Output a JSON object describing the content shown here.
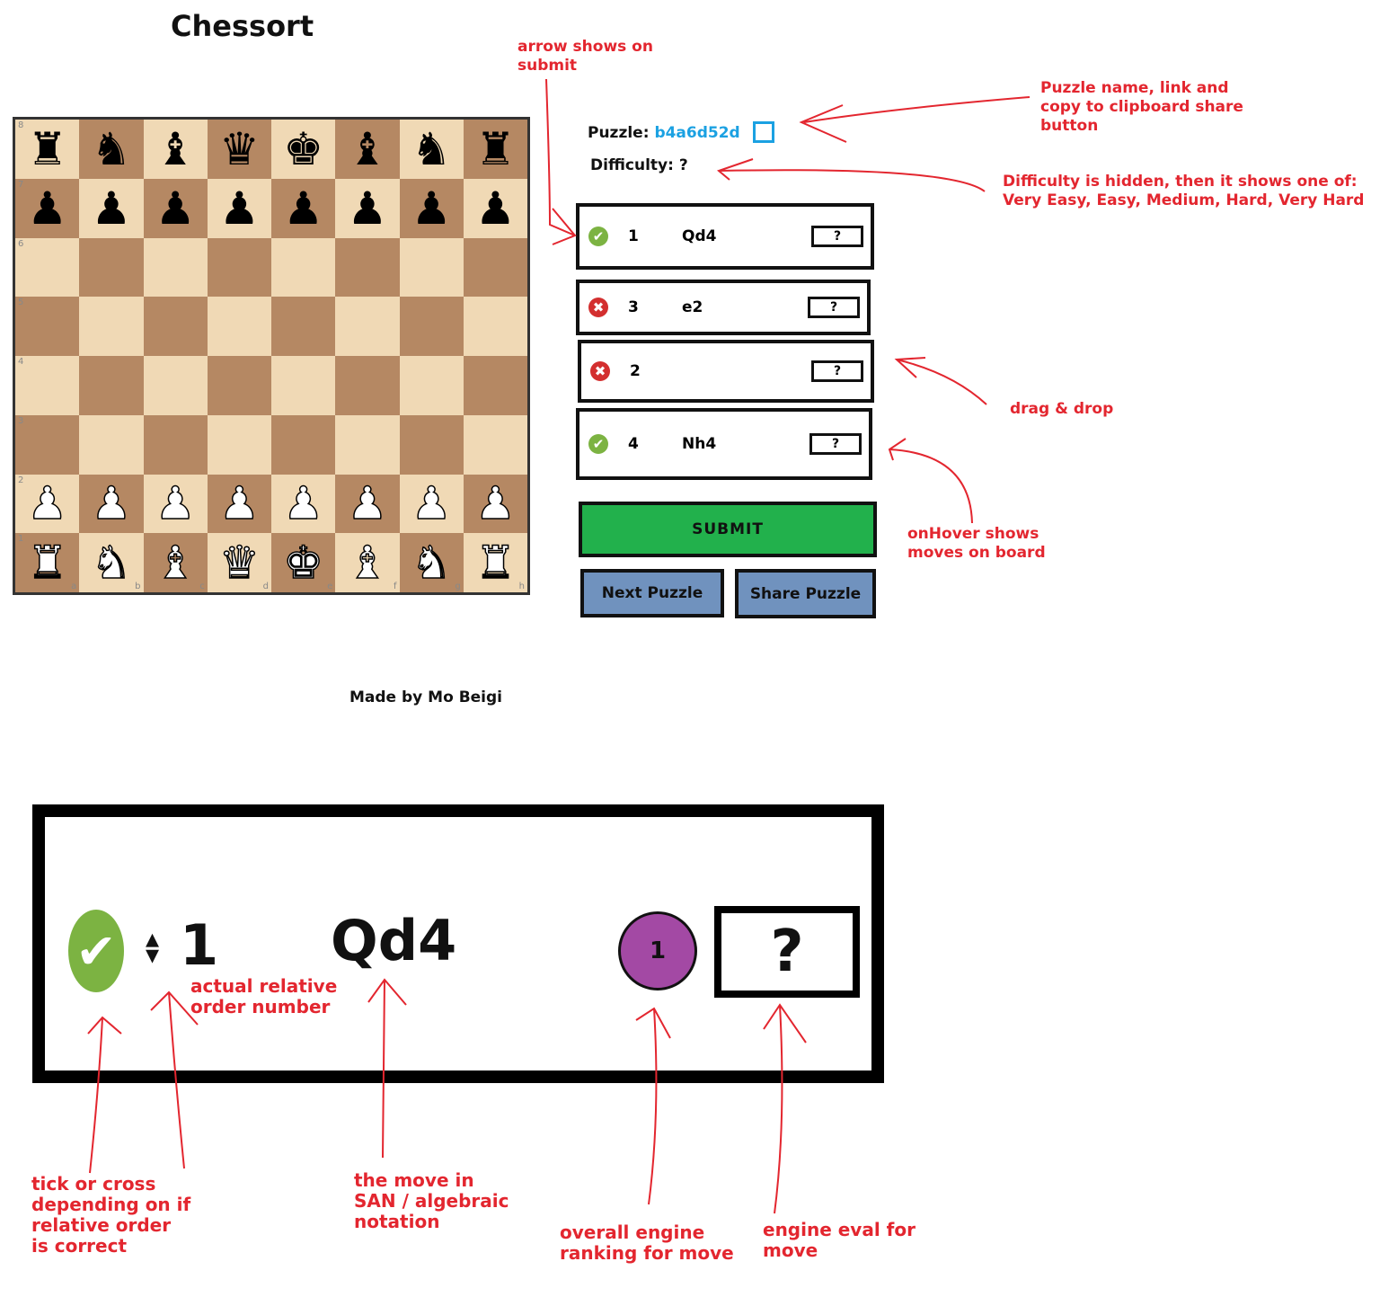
{
  "app": {
    "title": "Chessort",
    "footer": "Made by Mo Beigi"
  },
  "board": {
    "ranks": [
      "8",
      "7",
      "6",
      "5",
      "4",
      "3",
      "2",
      "1"
    ],
    "files": [
      "a",
      "b",
      "c",
      "d",
      "e",
      "f",
      "g",
      "h"
    ],
    "position": [
      [
        "♜",
        "♞",
        "♝",
        "♛",
        "♚",
        "♝",
        "♞",
        "♜"
      ],
      [
        "♟",
        "♟",
        "♟",
        "♟",
        "♟",
        "♟",
        "♟",
        "♟"
      ],
      [
        "",
        "",
        "",
        "",
        "",
        "",
        "",
        ""
      ],
      [
        "",
        "",
        "",
        "",
        "",
        "",
        "",
        ""
      ],
      [
        "",
        "",
        "",
        "",
        "",
        "",
        "",
        ""
      ],
      [
        "",
        "",
        "",
        "",
        "",
        "",
        "",
        ""
      ],
      [
        "♟",
        "♟",
        "♟",
        "♟",
        "♟",
        "♟",
        "♟",
        "♟"
      ],
      [
        "♜",
        "♞",
        "♝",
        "♛",
        "♚",
        "♝",
        "♞",
        "♜"
      ]
    ],
    "light_color": "#f0d9b5",
    "dark_color": "#b58863"
  },
  "puzzle": {
    "label": "Puzzle:",
    "id": "b4a6d52d",
    "copy_icon": "square-outline-icon",
    "difficulty_label": "Difficulty:",
    "difficulty_value": "?"
  },
  "moves": [
    {
      "status": "correct",
      "order": "1",
      "san": "Qd4",
      "eval": "?"
    },
    {
      "status": "incorrect",
      "order": "3",
      "san": "e2",
      "eval": "?"
    },
    {
      "status": "incorrect",
      "order": "2",
      "san": "",
      "eval": "?"
    },
    {
      "status": "correct",
      "order": "4",
      "san": "Nh4",
      "eval": "?"
    }
  ],
  "buttons": {
    "submit": "SUBMIT",
    "next": "Next Puzzle",
    "share": "Share Puzzle"
  },
  "colors": {
    "submit": "#22b14c",
    "secondary": "#7092be",
    "link": "#1ba1e2",
    "annotation": "#e3262f",
    "rank_badge": "#a349a4"
  },
  "detail": {
    "order": "1",
    "san": "Qd4",
    "rank": "1",
    "eval": "?"
  },
  "annotations": {
    "arrow_submit": "arrow shows on submit",
    "puzzle_name": "Puzzle name, link and copy to clipboard share button",
    "difficulty": "Difficulty is hidden, then it shows one of: Very Easy, Easy, Medium, Hard, Very Hard",
    "drag": "drag & drop",
    "hover": "onHover shows moves on board",
    "order": "actual relative order number",
    "tick": "tick or cross depending on if relative order is correct",
    "san": "the move in SAN / algebraic notation",
    "ranking": "overall engine ranking for move",
    "eval": "engine eval for move"
  }
}
